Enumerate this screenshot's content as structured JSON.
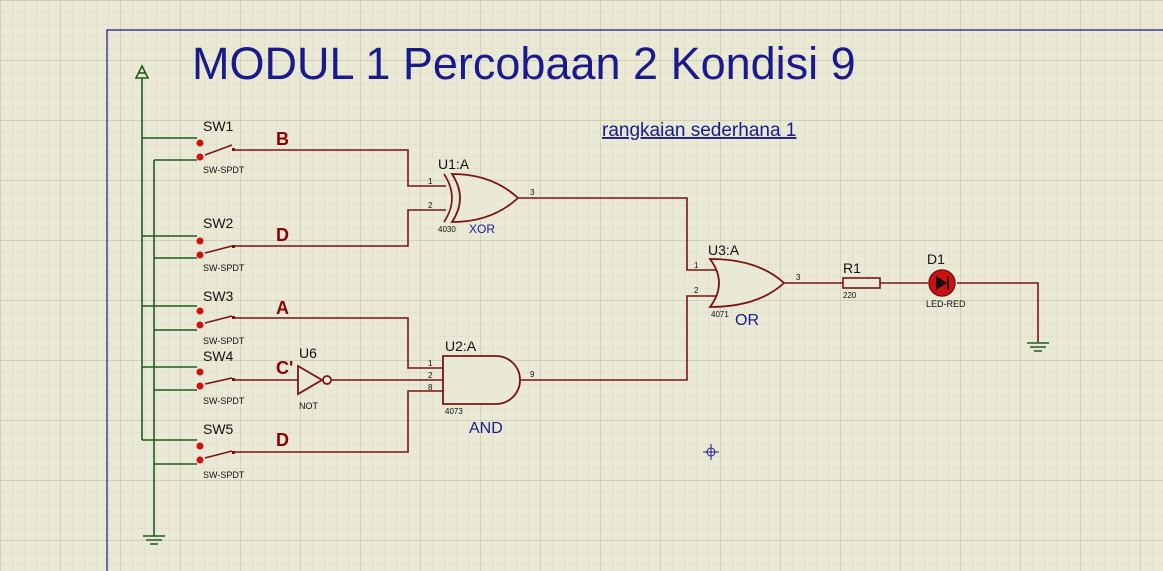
{
  "title": "MODUL 1 Percobaan 2 Kondisi 9",
  "subtitle": "rangkaian sederhana 1",
  "colors": {
    "background": "#e9e9d6",
    "wire": "#7a1414",
    "supply": "#1e5a1e",
    "title": "#1a1a8c",
    "led": "#cc1111"
  },
  "switches": [
    {
      "ref": "SW1",
      "type": "SW-SPDT",
      "signal": "B"
    },
    {
      "ref": "SW2",
      "type": "SW-SPDT",
      "signal": "D"
    },
    {
      "ref": "SW3",
      "type": "SW-SPDT",
      "signal": "A"
    },
    {
      "ref": "SW4",
      "type": "SW-SPDT",
      "signal": "C'"
    },
    {
      "ref": "SW5",
      "type": "SW-SPDT",
      "signal": "D"
    }
  ],
  "gates": {
    "u1": {
      "ref": "U1:A",
      "part": "4030",
      "name": "XOR",
      "pins": [
        "1",
        "2",
        "3"
      ]
    },
    "u2": {
      "ref": "U2:A",
      "part": "4073",
      "name": "AND",
      "pins": [
        "1",
        "2",
        "8",
        "9"
      ]
    },
    "u3": {
      "ref": "U3:A",
      "part": "4071",
      "name": "OR",
      "pins": [
        "1",
        "2",
        "3"
      ]
    },
    "u6": {
      "ref": "U6",
      "name": "NOT"
    }
  },
  "resistor": {
    "ref": "R1",
    "value": "220"
  },
  "led": {
    "ref": "D1",
    "type": "LED-RED"
  }
}
